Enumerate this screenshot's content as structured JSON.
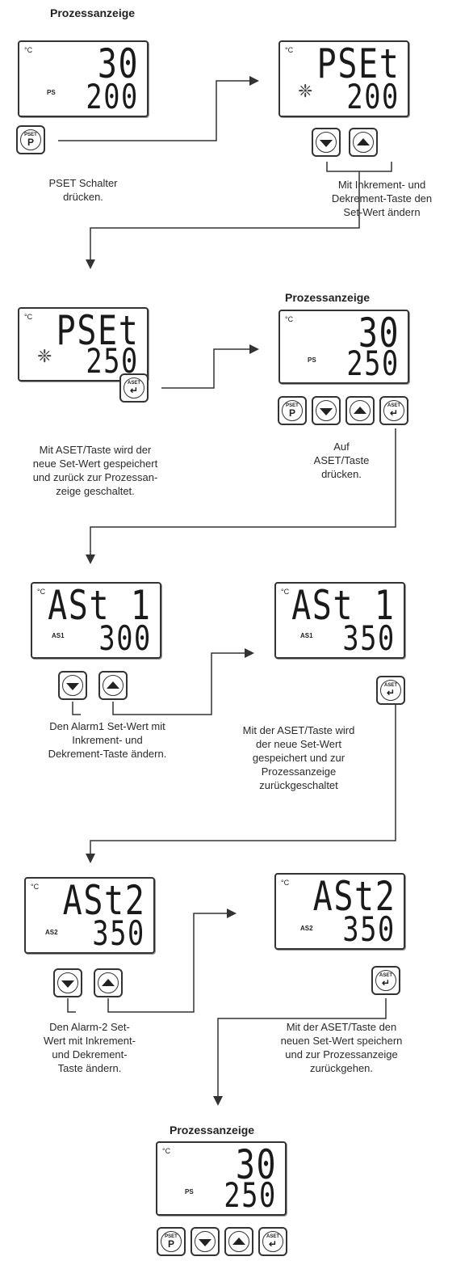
{
  "unit": "°C",
  "keys": {
    "pset_top": "PSET",
    "pset_glyph": "P",
    "aset_top": "ASET",
    "aset_glyph": "↵"
  },
  "steps": [
    {
      "title": "Prozessanzeige",
      "top": "30",
      "bottom": "200",
      "indicator": "PS"
    },
    {
      "top": "PSEt",
      "bottom": "200"
    },
    {
      "top": "PSEt",
      "bottom": "250"
    },
    {
      "title": "Prozessanzeige",
      "top": "30",
      "bottom": "250",
      "indicator": "PS"
    },
    {
      "top": "ASt 1",
      "bottom": "300",
      "indicator": "AS1"
    },
    {
      "top": "ASt 1",
      "bottom": "350",
      "indicator": "AS1"
    },
    {
      "top": "ASt2",
      "bottom": "350",
      "indicator": "AS2"
    },
    {
      "top": "ASt2",
      "bottom": "350",
      "indicator": "AS2"
    },
    {
      "title": "Prozessanzeige",
      "top": "30",
      "bottom": "250",
      "indicator": "PS"
    }
  ],
  "captions": {
    "c1": [
      "PSET Schalter",
      "drücken."
    ],
    "c2": [
      "Mit Inkrement- und",
      "Dekrement-Taste den",
      "Set-Wert ändern"
    ],
    "c3": [
      "Mit ASET/Taste wird der",
      "neue Set-Wert gespeichert",
      "und zurück zur Prozessan-",
      "zeige geschaltet."
    ],
    "c4": [
      "Auf",
      "ASET/Taste",
      "drücken."
    ],
    "c5": [
      "Den Alarm1 Set-Wert mit",
      "Inkrement- und",
      "Dekrement-Taste ändern."
    ],
    "c6": [
      "Mit der ASET/Taste wird",
      "der neue Set-Wert",
      "gespeichert und zur",
      "Prozessanzeige",
      "zurückgeschaltet"
    ],
    "c7": [
      "Den Alarm-2 Set-",
      "Wert mit Inkrement-",
      "und Dekrement-",
      "Taste ändern."
    ],
    "c8": [
      "Mit der ASET/Taste den",
      "neuen Set-Wert speichern",
      "und zur Prozessanzeige",
      "zurückgehen."
    ]
  }
}
